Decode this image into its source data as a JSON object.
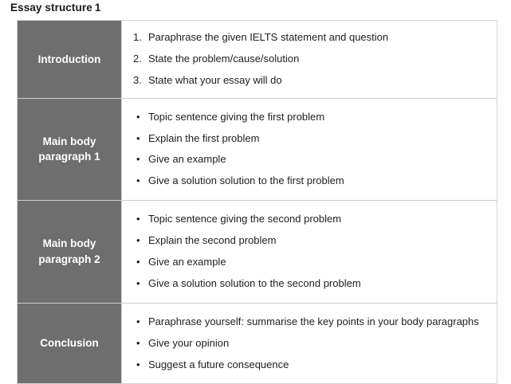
{
  "page": {
    "title_text": "Essay structure",
    "title_number": "1",
    "background_color": "#ffffff"
  },
  "table": {
    "stage_column_color": "#6e6e6e",
    "stage_text_color": "#ffffff",
    "detail_text_color": "#202124",
    "border_color": "#d4d4d4",
    "rows": [
      {
        "stage_lines": [
          "Introduction"
        ],
        "list_type": "ordered",
        "items": [
          {
            "marker": "1.",
            "text": "Paraphrase the given IELTS statement and question"
          },
          {
            "marker": "2.",
            "text": "State the problem/cause/solution"
          },
          {
            "marker": "3.",
            "text": "State what your essay will do"
          }
        ]
      },
      {
        "stage_lines": [
          "Main body",
          "paragraph 1"
        ],
        "list_type": "bulleted",
        "items": [
          {
            "marker": "•",
            "text": "Topic sentence giving the first problem"
          },
          {
            "marker": "•",
            "text": "Explain the first problem"
          },
          {
            "marker": "•",
            "text": "Give an example"
          },
          {
            "marker": "•",
            "text": "Give a solution solution to the first problem"
          }
        ]
      },
      {
        "stage_lines": [
          "Main body",
          "paragraph 2"
        ],
        "list_type": "bulleted",
        "items": [
          {
            "marker": "•",
            "text": "Topic sentence giving the second problem"
          },
          {
            "marker": "•",
            "text": "Explain the second problem"
          },
          {
            "marker": "•",
            "text": "Give an example"
          },
          {
            "marker": "•",
            "text": "Give a solution solution to the second problem"
          }
        ]
      },
      {
        "stage_lines": [
          "Conclusion"
        ],
        "list_type": "bulleted",
        "items": [
          {
            "marker": "•",
            "text": "Paraphrase yourself: summarise the key points in your body paragraphs"
          },
          {
            "marker": "•",
            "text": "Give your opinion"
          },
          {
            "marker": "•",
            "text": "Suggest a future consequence"
          }
        ]
      }
    ]
  }
}
